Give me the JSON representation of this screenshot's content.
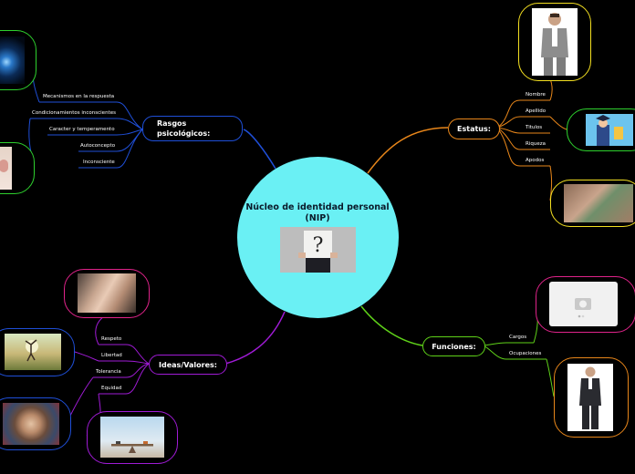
{
  "center": {
    "title": "Núcleo de identidad personal (NIP)"
  },
  "branches": {
    "rasgos": {
      "label": "Rasgos psicológicos:",
      "color": "#1f4fd8",
      "items": [
        "Mecanismos en la respuesta",
        "Condicionamientos inconscientes",
        "Caracter y temperamento",
        "Autoconcepto",
        "Inconsciente"
      ]
    },
    "estatus": {
      "label": "Estatus:",
      "color": "#e8861a",
      "items": [
        "Nombre",
        "Apellido",
        "Titulos",
        "Riqueza",
        "Apodos"
      ]
    },
    "ideas": {
      "label": "Ideas/Valores:",
      "color": "#a01bd6",
      "items": [
        "Respeto",
        "Libertad",
        "Tolerancia",
        "Equidad"
      ]
    },
    "funciones": {
      "label": "Funciones:",
      "color": "#5fd219",
      "items": [
        "Cargos",
        "Ocupaciones"
      ]
    }
  },
  "colors": {
    "center": "#6af0f4",
    "background": "#000000",
    "blue": "#1f4fd8",
    "orange": "#e8861a",
    "purple": "#a01bd6",
    "green": "#5fd219",
    "yellow": "#f4e021",
    "magenta": "#e0238a",
    "image_green": "#2ed12e"
  },
  "image_nodes": [
    "galaxy-image",
    "child-image",
    "suit-man-image",
    "graduate-image",
    "money-hands-image",
    "photo-placeholder-image",
    "dark-suit-man-image",
    "holding-hands-image",
    "freedom-jump-image",
    "united-hands-image",
    "balance-image"
  ]
}
